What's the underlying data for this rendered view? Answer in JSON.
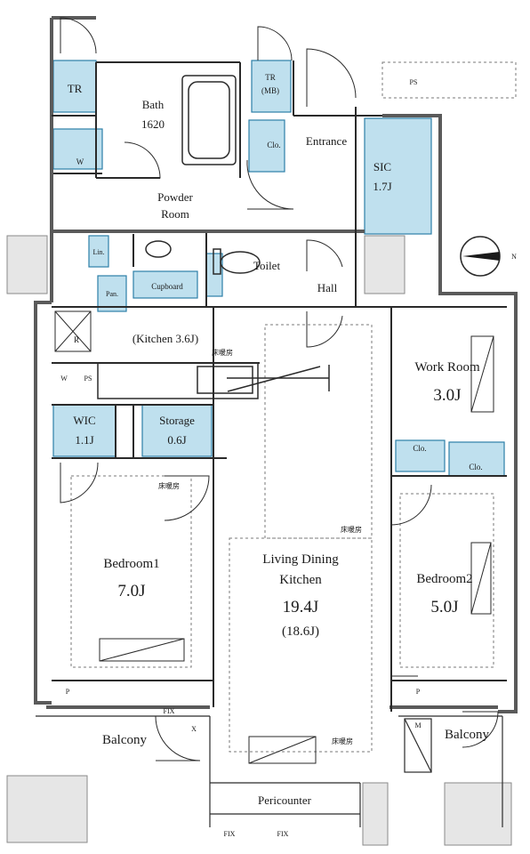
{
  "colors": {
    "wall": "#5a5a5a",
    "line": "#2a2a2a",
    "storage_fill": "#bfe0ee",
    "storage_stroke": "#2d7fa8",
    "column": "#e6e6e6",
    "dashed": "#7a7a7a"
  },
  "rooms": {
    "tr_left": "TR",
    "bath_name": "Bath",
    "bath_size": "1620",
    "tr_mb_1": "TR",
    "tr_mb_2": "(MB)",
    "ps_top": "PS",
    "clo_entrance": "Clo.",
    "entrance": "Entrance",
    "sic_name": "SIC",
    "sic_size": "1.7J",
    "w_mark": "W",
    "powder_1": "Powder",
    "powder_2": "Room",
    "lin": "Lin.",
    "toilet": "Toilet",
    "pan": "Pan.",
    "cupboard": "Cupboard",
    "hall": "Hall",
    "r_mark": "R",
    "kitchen": "(Kitchen 3.6J)",
    "floor_heat": "床暖房",
    "w_small": "W",
    "ps_small": "PS",
    "wic_name": "WIC",
    "wic_size": "1.1J",
    "storage_name": "Storage",
    "storage_size": "0.6J",
    "work_name": "Work Room",
    "work_size": "3.0J",
    "clo_1": "Clo.",
    "clo_2": "Clo.",
    "bed1_name": "Bedroom1",
    "bed1_size": "7.0J",
    "ldk_1": "Living Dining",
    "ldk_2": "Kitchen",
    "ldk_size": "19.4J",
    "ldk_sub": "(18.6J)",
    "bed2_name": "Bedroom2",
    "bed2_size": "5.0J",
    "p_mark_1": "P",
    "p_mark_2": "P",
    "fix": "FIX",
    "x_mark": "X",
    "balcony_1": "Balcony",
    "balcony_2": "Balcony",
    "m_mark": "M",
    "pericounter": "Pericounter",
    "fix_bottom_1": "FIX",
    "fix_bottom_2": "FIX",
    "north": "N"
  }
}
